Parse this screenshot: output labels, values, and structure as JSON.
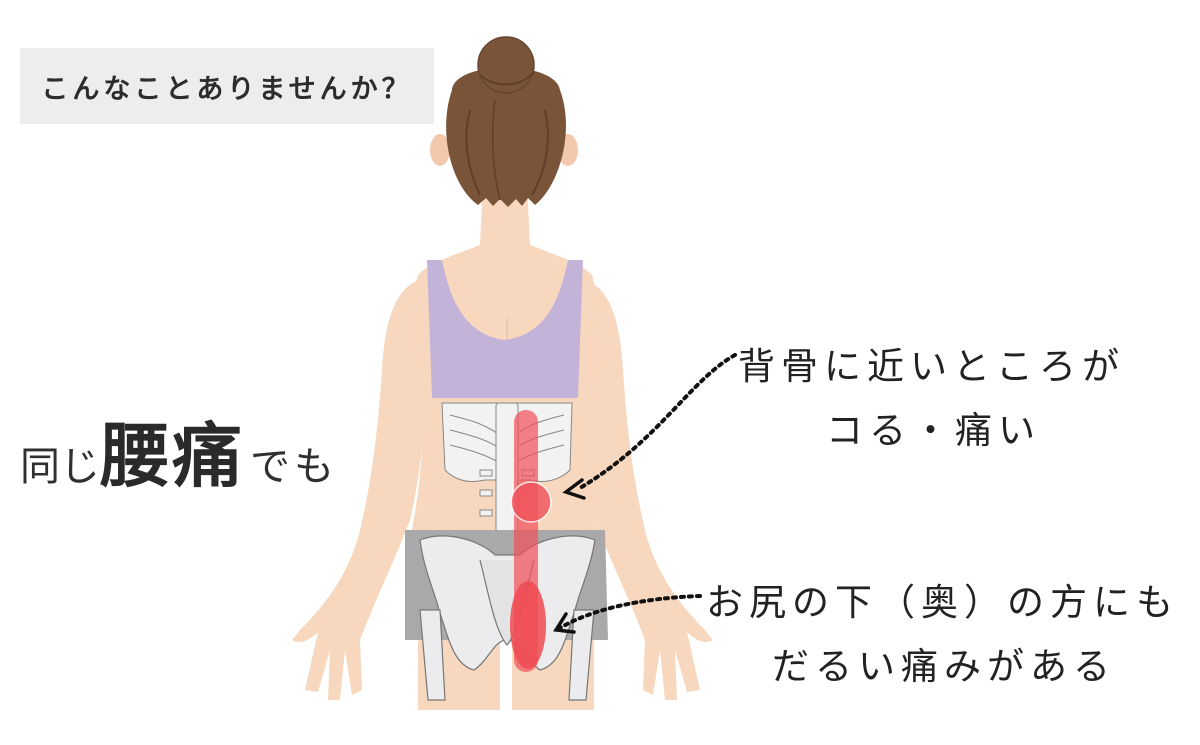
{
  "header": {
    "question": "こんなことありませんか？"
  },
  "headline": {
    "prefix": "同じ",
    "emphasis": "腰痛",
    "suffix": "でも"
  },
  "callouts": [
    {
      "line1": "背骨に近いところが",
      "line2": "コる・痛い",
      "target": "lower-back-near-spine"
    },
    {
      "line1": "お尻の下（奥）の方にも",
      "line2": "だるい痛みがある",
      "target": "deep-buttock"
    }
  ],
  "illustration": {
    "subject": "woman-back-view-with-skeleton-overlay",
    "icons": [
      "hair-bun-icon",
      "sports-bra-icon",
      "ribcage-icon",
      "spine-icon",
      "pelvis-icon",
      "pain-area-spine-icon",
      "pain-circle-icon",
      "pain-area-buttock-icon",
      "dotted-arrow-icon"
    ]
  },
  "colors": {
    "skin": "#f7d7bd",
    "hair": "#7a5438",
    "bra": "#c4b3d9",
    "shorts": "#a9a9ab",
    "bone": "#ececee",
    "pain": "#f0525a",
    "question_box_bg": "#eeedee",
    "text": "#222222"
  }
}
